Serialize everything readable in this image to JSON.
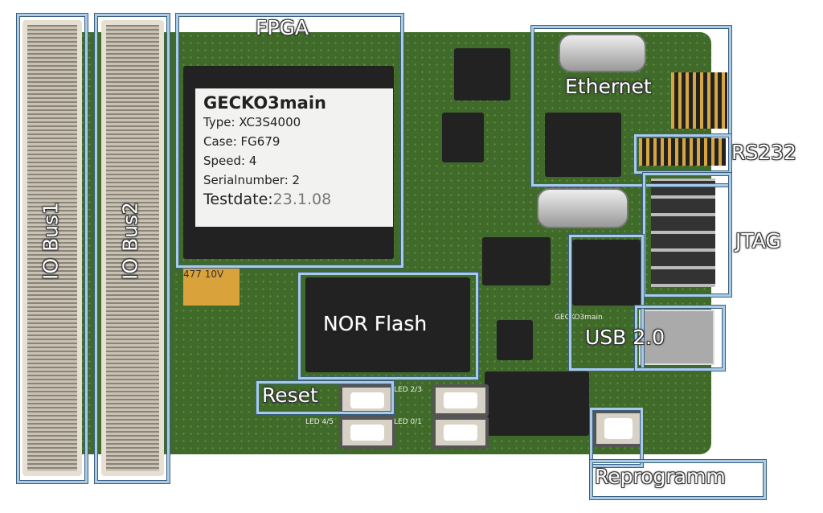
{
  "labels": {
    "io_bus1": "IO Bus1",
    "io_bus2": "IO Bus2",
    "fpga": "FPGA",
    "ethernet": "Ethernet",
    "rs232": "RS232",
    "jtag": "JTAG",
    "nor_flash": "NOR Flash",
    "usb": "USB 2.0",
    "reset": "Reset",
    "reprogramm": "Reprogramm"
  },
  "fpga_sticker": {
    "title": "GECKO3main",
    "type": "Type: XC3S4000",
    "case": "Case: FG679",
    "speed": "Speed: 4",
    "serial": "Serialnumber: 2",
    "testdate_label": "Testdate:",
    "testdate_value": "23.1.08"
  },
  "silkscreen": {
    "led23": "LED 2/3",
    "led01": "LED 0/1",
    "led45": "LED 4/5",
    "board": "GECKO3main",
    "cap": "477 10V"
  }
}
